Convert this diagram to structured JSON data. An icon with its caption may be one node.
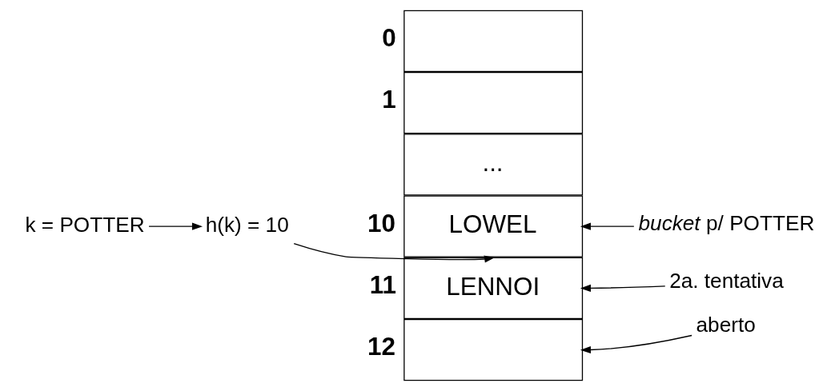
{
  "diagram": {
    "nodes": [
      {
        "text": [],
        "shape": "box",
        "beside": [
          "0"
        ]
      },
      {
        "text": [],
        "shape": "box",
        "beside": [
          "1"
        ]
      },
      {
        "text": [
          "..."
        ]
      },
      {
        "text": [
          "LOWEL"
        ],
        "beside": [
          "10"
        ]
      },
      {
        "text": [
          "LENNOI"
        ],
        "beside": [
          "11"
        ]
      },
      {
        "text": [],
        "shape": "box",
        "beside": [
          "12"
        ]
      },
      {
        "text": [
          "k = POTTER"
        ]
      },
      {
        "text": [
          "h(k) = 10"
        ]
      },
      {
        "text": [
          "*bucket* p/ POTTER"
        ]
      },
      {
        "text": [
          "2a. tentativa"
        ]
      },
      {
        "text": [
          "aberto"
        ]
      }
    ],
    "edges": [
      {
        "from": 6,
        "to": 7,
        "arrow": "to"
      },
      {
        "from": 7,
        "to": 3,
        "arrow": "to"
      },
      {
        "from": 8,
        "to": 3,
        "arrow": "to"
      },
      {
        "from": 9,
        "to": 4,
        "arrow": "to"
      },
      {
        "from": 10,
        "to": 5,
        "arrow": "to"
      }
    ]
  }
}
